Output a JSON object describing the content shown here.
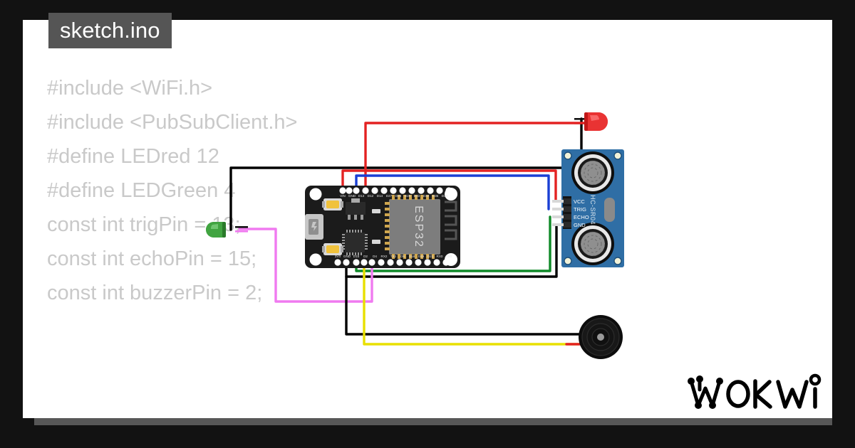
{
  "window": {
    "background_color": "#121212",
    "canvas_color": "#ffffff",
    "shadow_color": "#575757"
  },
  "tab": {
    "label": "sketch.ino",
    "background_color": "#555555",
    "text_color": "#ffffff"
  },
  "code": {
    "text_color": "#c9c9c9",
    "lines": [
      "#include <WiFi.h>",
      "#include <PubSubClient.h>",
      "#define LEDred 12",
      "#define LEDGreen 4",
      "const int trigPin = 13;",
      "const int echoPin = 15;",
      "const int buzzerPin = 2;"
    ]
  },
  "diagram": {
    "board": {
      "name": "ESP32 DevKit V1",
      "chip_label": "ESP32",
      "pcb_color": "#1b1b1b",
      "top_pins": [
        "VIN",
        "GND",
        "D13",
        "D12",
        "D14",
        "D27",
        "D26",
        "D25",
        "D33",
        "D32",
        "D35",
        "D34",
        "VN",
        "VP",
        "EN"
      ],
      "bottom_pins": [
        "3V3",
        "GND",
        "D15",
        "D2",
        "D4",
        "RX2",
        "TX2",
        "D5",
        "D18",
        "D19",
        "D21",
        "RX0",
        "TX0",
        "D22",
        "D23"
      ]
    },
    "ultrasonic_sensor": {
      "name": "HC-SR04",
      "silkscreen_label": "HC-SR04",
      "pcb_color": "#2f6ea5",
      "pins": [
        "VCC",
        "TRIG",
        "ECHO",
        "GND"
      ]
    },
    "red_led": {
      "name": "Red LED",
      "color": "#e83a3a"
    },
    "green_led": {
      "name": "Green LED",
      "color": "#38a538"
    },
    "buzzer": {
      "name": "Buzzer",
      "color": "#1a1a1a"
    },
    "wires": [
      {
        "name": "led-red-cathode-to-gnd",
        "color": "#000000",
        "from": "GND",
        "to": "Red LED cathode"
      },
      {
        "name": "led-red-anode-to-d12",
        "color": "#e32222",
        "from": "D12",
        "to": "Red LED anode"
      },
      {
        "name": "sensor-vcc-to-vin",
        "color": "#e32222",
        "from": "VIN",
        "to": "HC-SR04 VCC"
      },
      {
        "name": "sensor-trig-to-d13",
        "color": "#1a3fd4",
        "from": "D13",
        "to": "HC-SR04 TRIG"
      },
      {
        "name": "sensor-echo-to-d15",
        "color": "#0f8a28",
        "from": "D15",
        "to": "HC-SR04 ECHO"
      },
      {
        "name": "sensor-gnd-to-gnd",
        "color": "#000000",
        "from": "GND",
        "to": "HC-SR04 GND"
      },
      {
        "name": "buzzer-positive-to-d2",
        "color": "#e8e000",
        "from": "D2",
        "to": "Buzzer +"
      },
      {
        "name": "buzzer-negative-to-gnd",
        "color": "#000000",
        "from": "GND",
        "to": "Buzzer -"
      },
      {
        "name": "led-green-to-d4",
        "color": "#f07af0",
        "from": "D4",
        "to": "Green LED anode"
      }
    ]
  },
  "logo": {
    "text": "WOKWI",
    "color": "#000000"
  }
}
